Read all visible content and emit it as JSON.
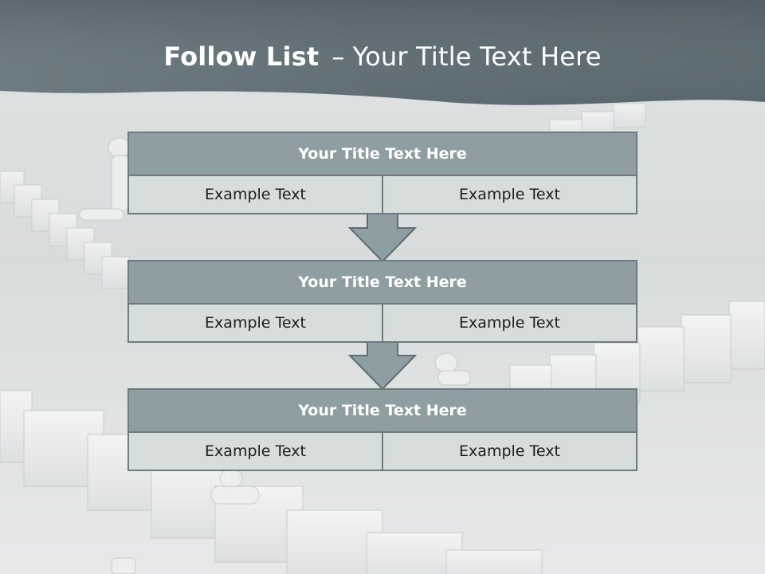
{
  "slide": {
    "title_bold": "Follow List",
    "title_dash": "–",
    "title_rest": "Your Title Text Here"
  },
  "blocks": [
    {
      "title": "Your Title Text Here",
      "left": "Example Text",
      "right": "Example Text"
    },
    {
      "title": "Your Title Text Here",
      "left": "Example Text",
      "right": "Example Text"
    },
    {
      "title": "Your Title Text Here",
      "left": "Example Text",
      "right": "Example Text"
    }
  ],
  "colors": {
    "header_band": "#5b6b71",
    "block_header": "#8e9ea2",
    "block_cell": "#d7dcdd",
    "border": "#6d7b7f",
    "arrow": "#8e9ea2"
  }
}
